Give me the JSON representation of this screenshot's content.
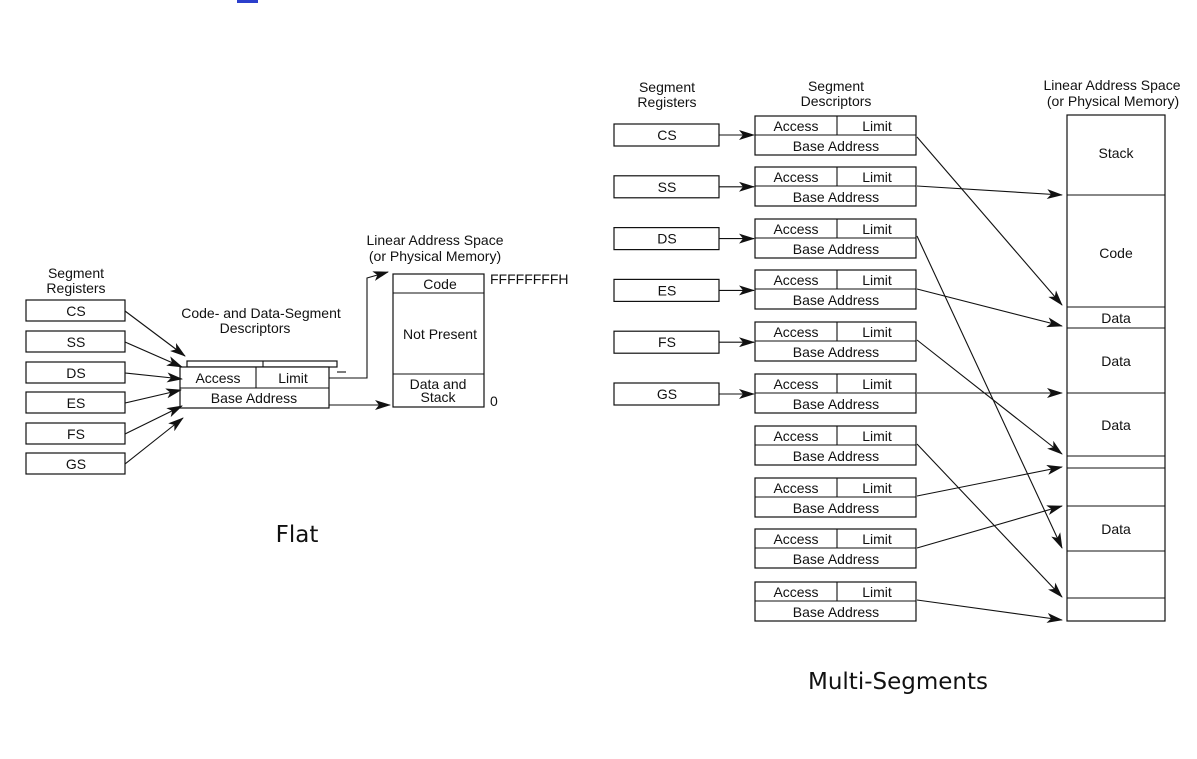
{
  "header_strip_color": "#2b3fcc",
  "flat": {
    "caption": "Flat",
    "registers_heading": [
      "Segment",
      "Registers"
    ],
    "registers": [
      "CS",
      "SS",
      "DS",
      "ES",
      "FS",
      "GS"
    ],
    "descriptor_heading": [
      "Code- and Data-Segment",
      "Descriptors"
    ],
    "access_label": "Access",
    "limit_label": "Limit",
    "base_label": "Base Address",
    "space_heading": [
      "Linear Address Space",
      "(or Physical Memory)"
    ],
    "space_regions": {
      "code": "Code",
      "not_present": "Not Present",
      "data_stack": [
        "Data and",
        "Stack"
      ]
    },
    "top_address": "FFFFFFFFH",
    "bottom_address": "0"
  },
  "multi": {
    "caption": "Multi-Segments",
    "registers_heading": [
      "Segment",
      "Registers"
    ],
    "registers": [
      "CS",
      "SS",
      "DS",
      "ES",
      "FS",
      "GS"
    ],
    "descriptors_heading": [
      "Segment",
      "Descriptors"
    ],
    "access_label": "Access",
    "limit_label": "Limit",
    "base_label": "Base Address",
    "descriptor_count": 10,
    "space_heading": [
      "Linear Address Space",
      "(or Physical Memory)"
    ],
    "space_regions": [
      "Stack",
      "Code",
      "Data",
      "Data",
      "Data",
      "",
      "",
      "Data",
      "",
      ""
    ]
  }
}
